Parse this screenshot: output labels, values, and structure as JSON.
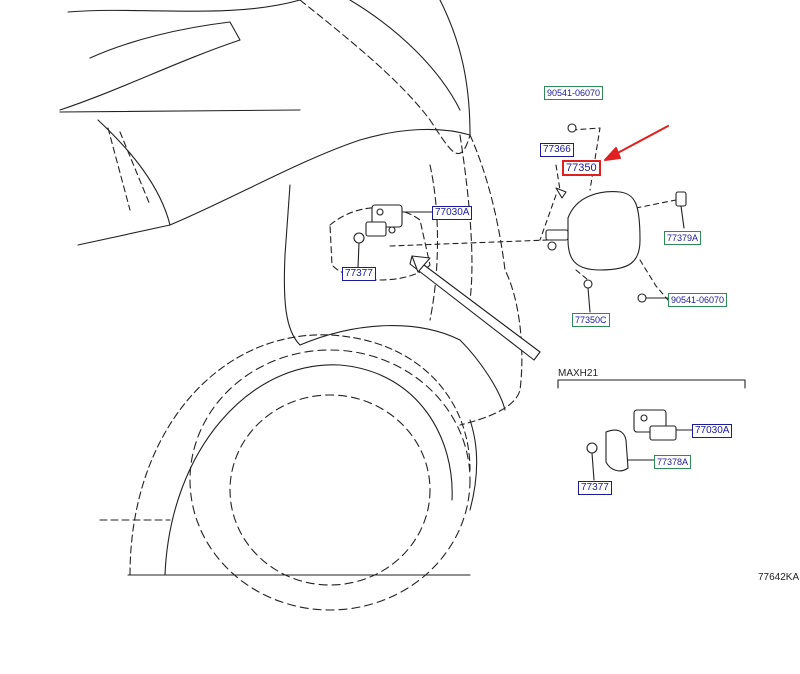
{
  "callouts": {
    "bolt_top": "90541-06070",
    "hinge": "77366",
    "fuel_lid": "77350",
    "lid_spring": "77379A",
    "bolt_bottom": "90541-06070",
    "lid_screw": "77350C",
    "opener_main": "77030A",
    "bumper_main": "77377",
    "opener_variant": "77030A",
    "holder_variant": "77378A",
    "bumper_variant": "77377"
  },
  "variant_header": "MAXH21",
  "figure_code": "77642KA",
  "colors": {
    "line": "#222222",
    "label_text": "#1a1a9a",
    "label_border_blue": "#1a1a9a",
    "label_border_green": "#2e8b57",
    "highlight": "#e02020"
  },
  "highlighted_part": "77350"
}
